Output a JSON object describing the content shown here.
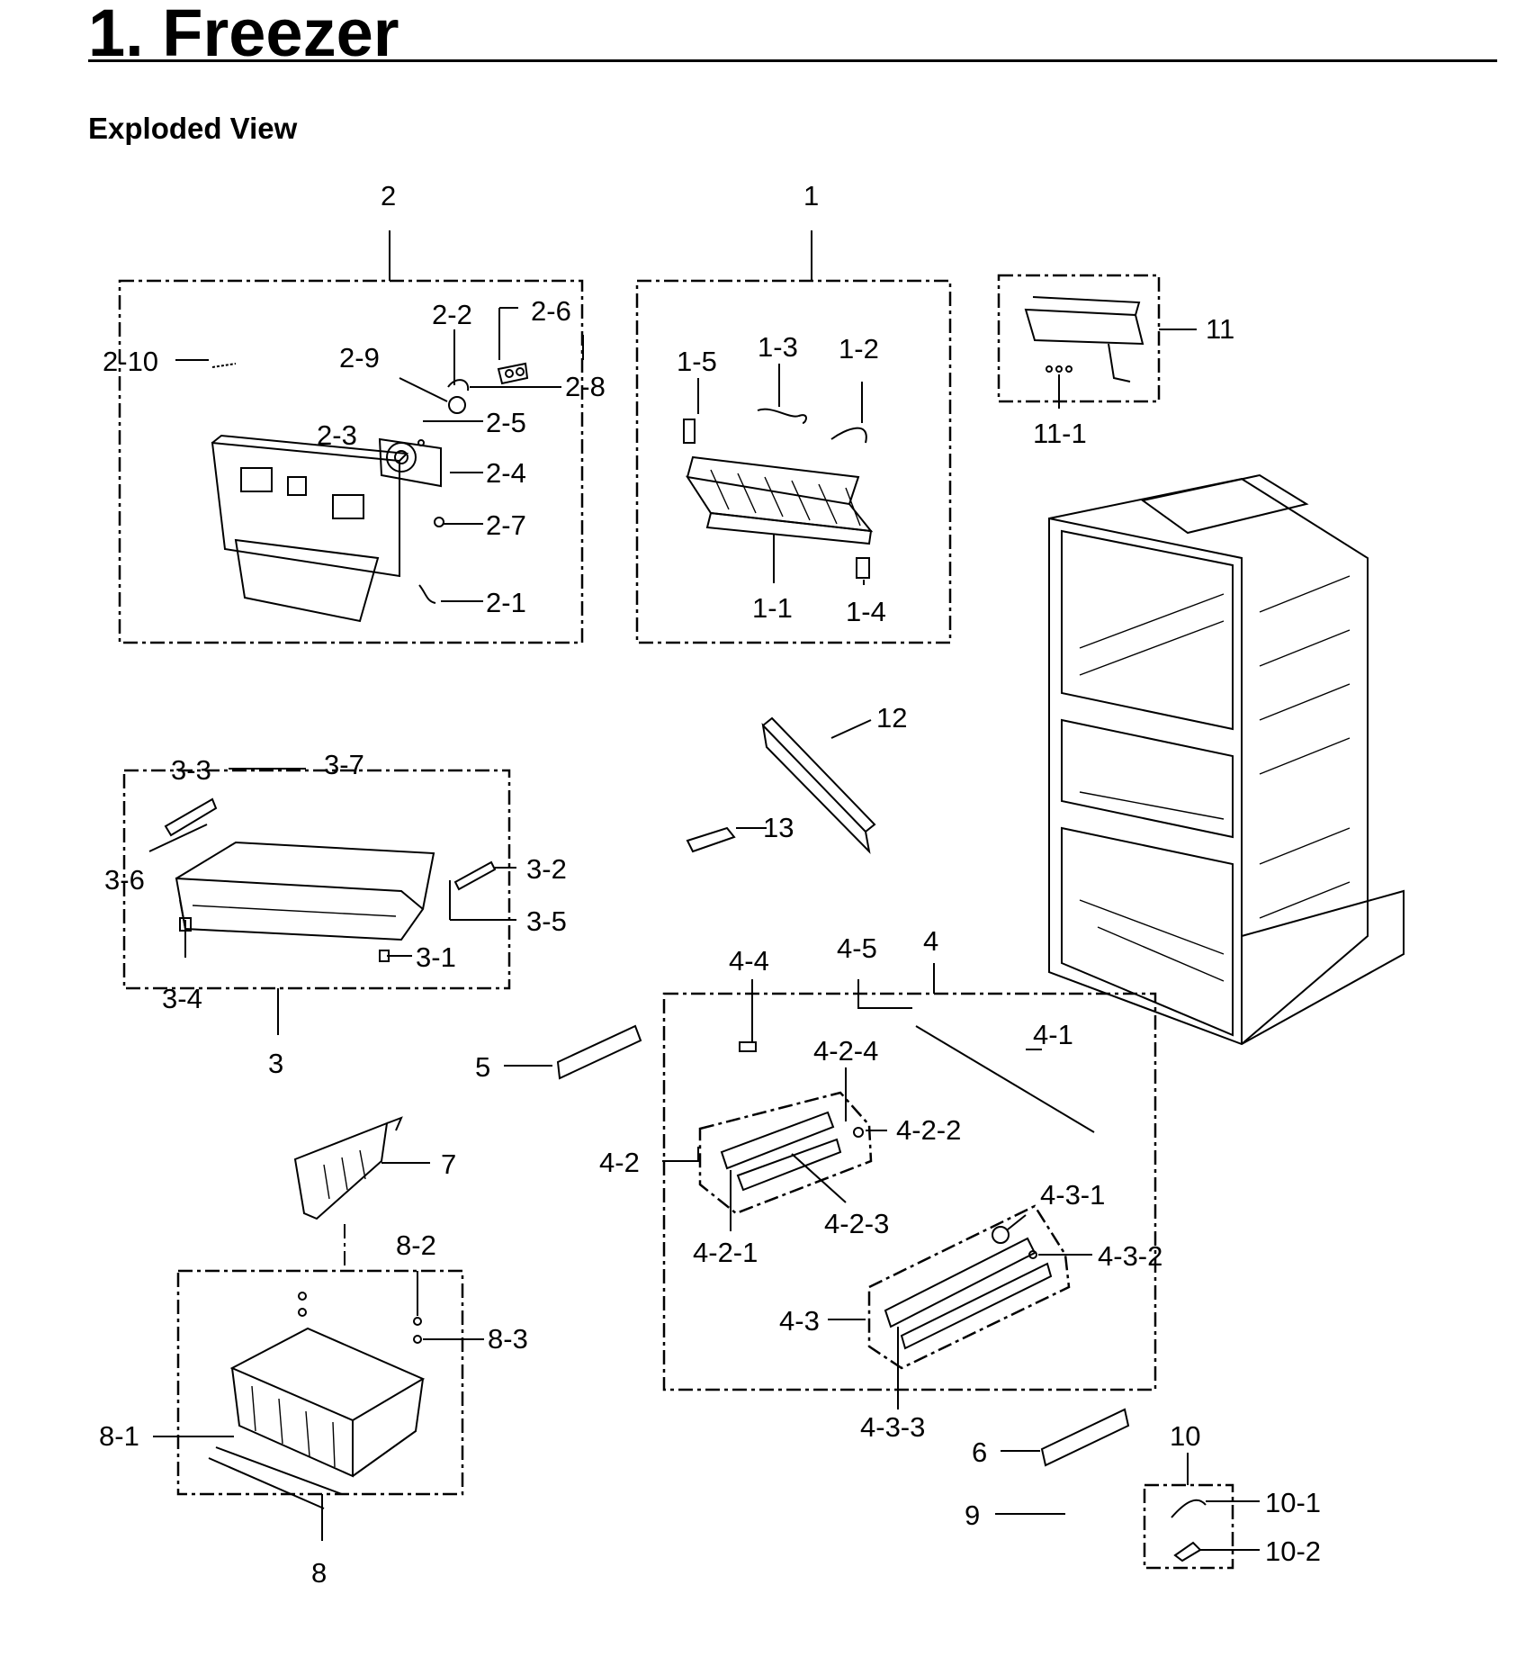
{
  "header": {
    "title": "1.  Freezer",
    "subtitle": "Exploded View"
  },
  "callouts": {
    "c1": "1",
    "c1_1": "1-1",
    "c1_2": "1-2",
    "c1_3": "1-3",
    "c1_4": "1-4",
    "c1_5": "1-5",
    "c2": "2",
    "c2_1": "2-1",
    "c2_2": "2-2",
    "c2_3": "2-3",
    "c2_4": "2-4",
    "c2_5": "2-5",
    "c2_6": "2-6",
    "c2_7": "2-7",
    "c2_8": "2-8",
    "c2_9": "2-9",
    "c2_10": "2-10",
    "c3": "3",
    "c3_1": "3-1",
    "c3_2": "3-2",
    "c3_3": "3-3",
    "c3_4": "3-4",
    "c3_5": "3-5",
    "c3_6": "3-6",
    "c3_7": "3-7",
    "c4": "4",
    "c4_1": "4-1",
    "c4_2": "4-2",
    "c4_2_1": "4-2-1",
    "c4_2_2": "4-2-2",
    "c4_2_3": "4-2-3",
    "c4_2_4": "4-2-4",
    "c4_3": "4-3",
    "c4_3_1": "4-3-1",
    "c4_3_2": "4-3-2",
    "c4_3_3": "4-3-3",
    "c4_4": "4-4",
    "c4_5": "4-5",
    "c5": "5",
    "c6": "6",
    "c7": "7",
    "c8": "8",
    "c8_1": "8-1",
    "c8_2": "8-2",
    "c8_3": "8-3",
    "c9": "9",
    "c10": "10",
    "c10_1": "10-1",
    "c10_2": "10-2",
    "c11": "11",
    "c11_1": "11-1",
    "c12": "12",
    "c13": "13"
  }
}
